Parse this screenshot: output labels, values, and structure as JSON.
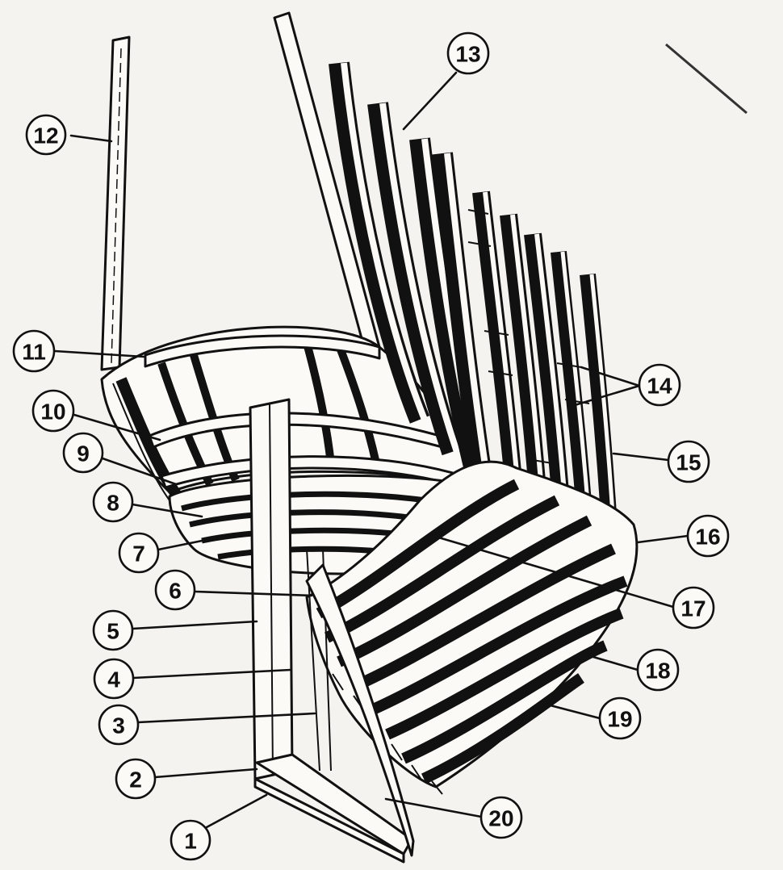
{
  "diagram": {
    "callouts": [
      {
        "id": "1",
        "text": "1"
      },
      {
        "id": "2",
        "text": "2"
      },
      {
        "id": "3",
        "text": "3"
      },
      {
        "id": "4",
        "text": "4"
      },
      {
        "id": "5",
        "text": "5"
      },
      {
        "id": "6",
        "text": "6"
      },
      {
        "id": "7",
        "text": "7"
      },
      {
        "id": "8",
        "text": "8"
      },
      {
        "id": "9",
        "text": "9"
      },
      {
        "id": "10",
        "text": "10"
      },
      {
        "id": "11",
        "text": "11"
      },
      {
        "id": "12",
        "text": "12"
      },
      {
        "id": "13",
        "text": "13"
      },
      {
        "id": "14",
        "text": "14"
      },
      {
        "id": "15",
        "text": "15"
      },
      {
        "id": "16",
        "text": "16"
      },
      {
        "id": "17",
        "text": "17"
      },
      {
        "id": "18",
        "text": "18"
      },
      {
        "id": "19",
        "text": "19"
      },
      {
        "id": "20",
        "text": "20"
      }
    ],
    "colors": {
      "ink": "#111111",
      "paper": "#fbfaf6",
      "background": "#f4f3ef"
    }
  }
}
